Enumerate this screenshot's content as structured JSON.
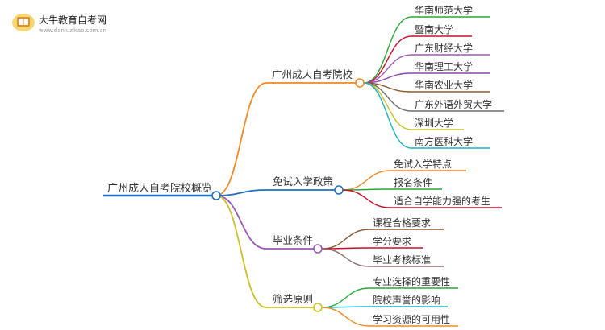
{
  "logo": {
    "title": "大牛教育自考网",
    "url": "www.daniuzikao.com.cn"
  },
  "mindmap": {
    "root": "广州成人自考院校概览",
    "branches": [
      {
        "label": "广州成人自考院校",
        "color": "#f08a24",
        "children": [
          {
            "label": "华南师范大学",
            "color": "#27a837"
          },
          {
            "label": "暨南大学",
            "color": "#c8102e"
          },
          {
            "label": "广东财经大学",
            "color": "#9b59b6"
          },
          {
            "label": "华南理工大学",
            "color": "#8e44ad"
          },
          {
            "label": "华南农业大学",
            "color": "#8b5a2b"
          },
          {
            "label": "广东外语外贸大学",
            "color": "#6b6b6b"
          },
          {
            "label": "深圳大学",
            "color": "#c9c02a"
          },
          {
            "label": "南方医科大学",
            "color": "#1ab0c4"
          }
        ]
      },
      {
        "label": "免试入学政策",
        "color": "#1f6fc0",
        "children": [
          {
            "label": "免试入学特点",
            "color": "#f08a24"
          },
          {
            "label": "报名条件",
            "color": "#27a837"
          },
          {
            "label": "适合自学能力强的考生",
            "color": "#c8102e"
          }
        ]
      },
      {
        "label": "毕业条件",
        "color": "#9b59b6",
        "children": [
          {
            "label": "课程合格要求",
            "color": "#8b5a2b"
          },
          {
            "label": "学分要求",
            "color": "#c8102e"
          },
          {
            "label": "毕业考核标准",
            "color": "#8e7070"
          }
        ]
      },
      {
        "label": "筛选原则",
        "color": "#c9c02a",
        "children": [
          {
            "label": "专业选择的重要性",
            "color": "#27a837"
          },
          {
            "label": "院校声誉的影响",
            "color": "#1ab0c4"
          },
          {
            "label": "学习资源的可用性",
            "color": "#f08a24"
          }
        ]
      }
    ]
  }
}
